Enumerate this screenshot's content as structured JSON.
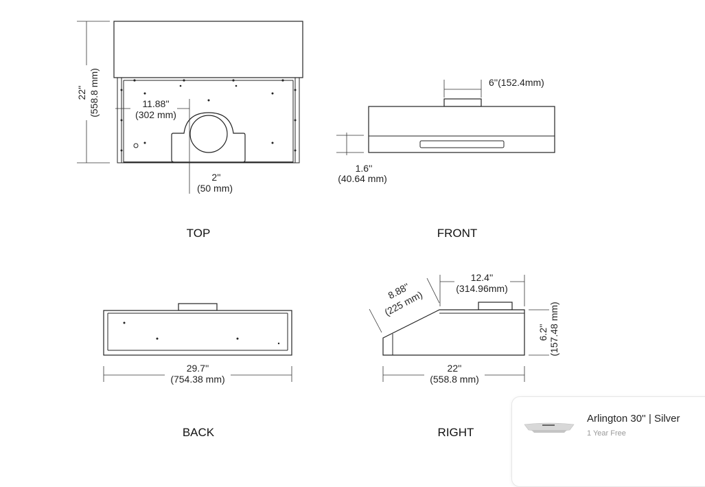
{
  "views": {
    "top": {
      "label": "TOP",
      "height_in": "22''",
      "height_mm": "(558.8 mm)",
      "offset_in": "11.88''",
      "offset_mm": "(302 mm)",
      "depth_in": "2''",
      "depth_mm": "(50 mm)"
    },
    "front": {
      "label": "FRONT",
      "collar_dim": "6''(152.4mm)",
      "height_in": "1.6''",
      "height_mm": "(40.64 mm)"
    },
    "back": {
      "label": "BACK",
      "width_in": "29.7''",
      "width_mm": "(754.38 mm)"
    },
    "right": {
      "label": "RIGHT",
      "slope_in": "8.88''",
      "slope_mm": "(225 mm)",
      "top_in": "12.4''",
      "top_mm": "(314.96mm)",
      "height_in": "6.2''",
      "height_mm": "(157.48 mm)",
      "depth_in": "22''",
      "depth_mm": "(558.8 mm)"
    }
  },
  "product_card": {
    "title": "Arlington 30'' | Silver",
    "subtitle": "1 Year Free"
  }
}
